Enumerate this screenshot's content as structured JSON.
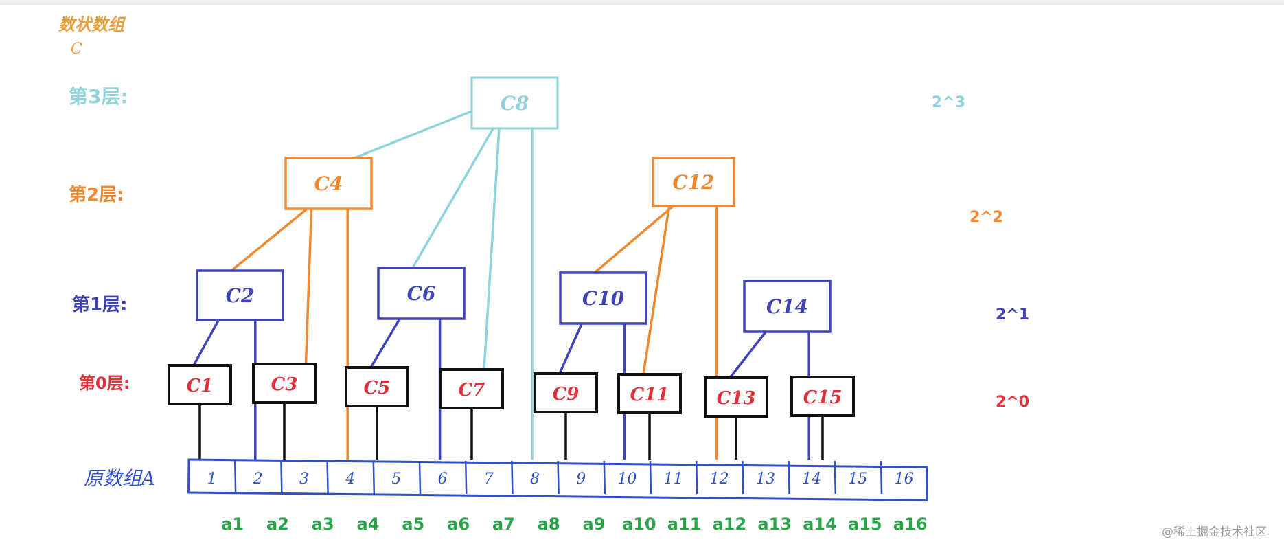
{
  "header": {
    "title": "数状数组",
    "subtitle": "C"
  },
  "colors": {
    "level3": "#8fd3dc",
    "level2": "#f0892e",
    "level1": "#3f43b8",
    "level0": "#e0303a",
    "leaf": "#111111",
    "array": "#2f50c8",
    "index_label": "#2aa24a",
    "header": "#e8a040"
  },
  "levels": [
    {
      "label": "第3层:",
      "power": "2^3",
      "color": "#8fd3dc"
    },
    {
      "label": "第2层:",
      "power": "2^2",
      "color": "#f0892e"
    },
    {
      "label": "第1层:",
      "power": "2^1",
      "color": "#3f43b8"
    },
    {
      "label": "第0层:",
      "power": "2^0",
      "color": "#e0303a"
    }
  ],
  "nodes": [
    {
      "id": "C1",
      "label": "C1",
      "level": 0
    },
    {
      "id": "C2",
      "label": "C2",
      "level": 1
    },
    {
      "id": "C3",
      "label": "C3",
      "level": 0
    },
    {
      "id": "C4",
      "label": "C4",
      "level": 2
    },
    {
      "id": "C5",
      "label": "C5",
      "level": 0
    },
    {
      "id": "C6",
      "label": "C6",
      "level": 1
    },
    {
      "id": "C7",
      "label": "C7",
      "level": 0
    },
    {
      "id": "C8",
      "label": "C8",
      "level": 3
    },
    {
      "id": "C9",
      "label": "C9",
      "level": 0
    },
    {
      "id": "C10",
      "label": "C10",
      "level": 1
    },
    {
      "id": "C11",
      "label": "C11",
      "level": 0
    },
    {
      "id": "C12",
      "label": "C12",
      "level": 2
    },
    {
      "id": "C13",
      "label": "C13",
      "level": 0
    },
    {
      "id": "C14",
      "label": "C14",
      "level": 1
    },
    {
      "id": "C15",
      "label": "C15",
      "level": 0
    }
  ],
  "array": {
    "label": "原数组A",
    "indices": [
      "1",
      "2",
      "3",
      "4",
      "5",
      "6",
      "7",
      "8",
      "9",
      "10",
      "11",
      "12",
      "13",
      "14",
      "15",
      "16"
    ]
  },
  "array_elements": [
    "a1",
    "a2",
    "a3",
    "a4",
    "a5",
    "a6",
    "a7",
    "a8",
    "a9",
    "a10",
    "a11",
    "a12",
    "a13",
    "a14",
    "a15",
    "a16"
  ],
  "watermark": "@稀土掘金技术社区"
}
